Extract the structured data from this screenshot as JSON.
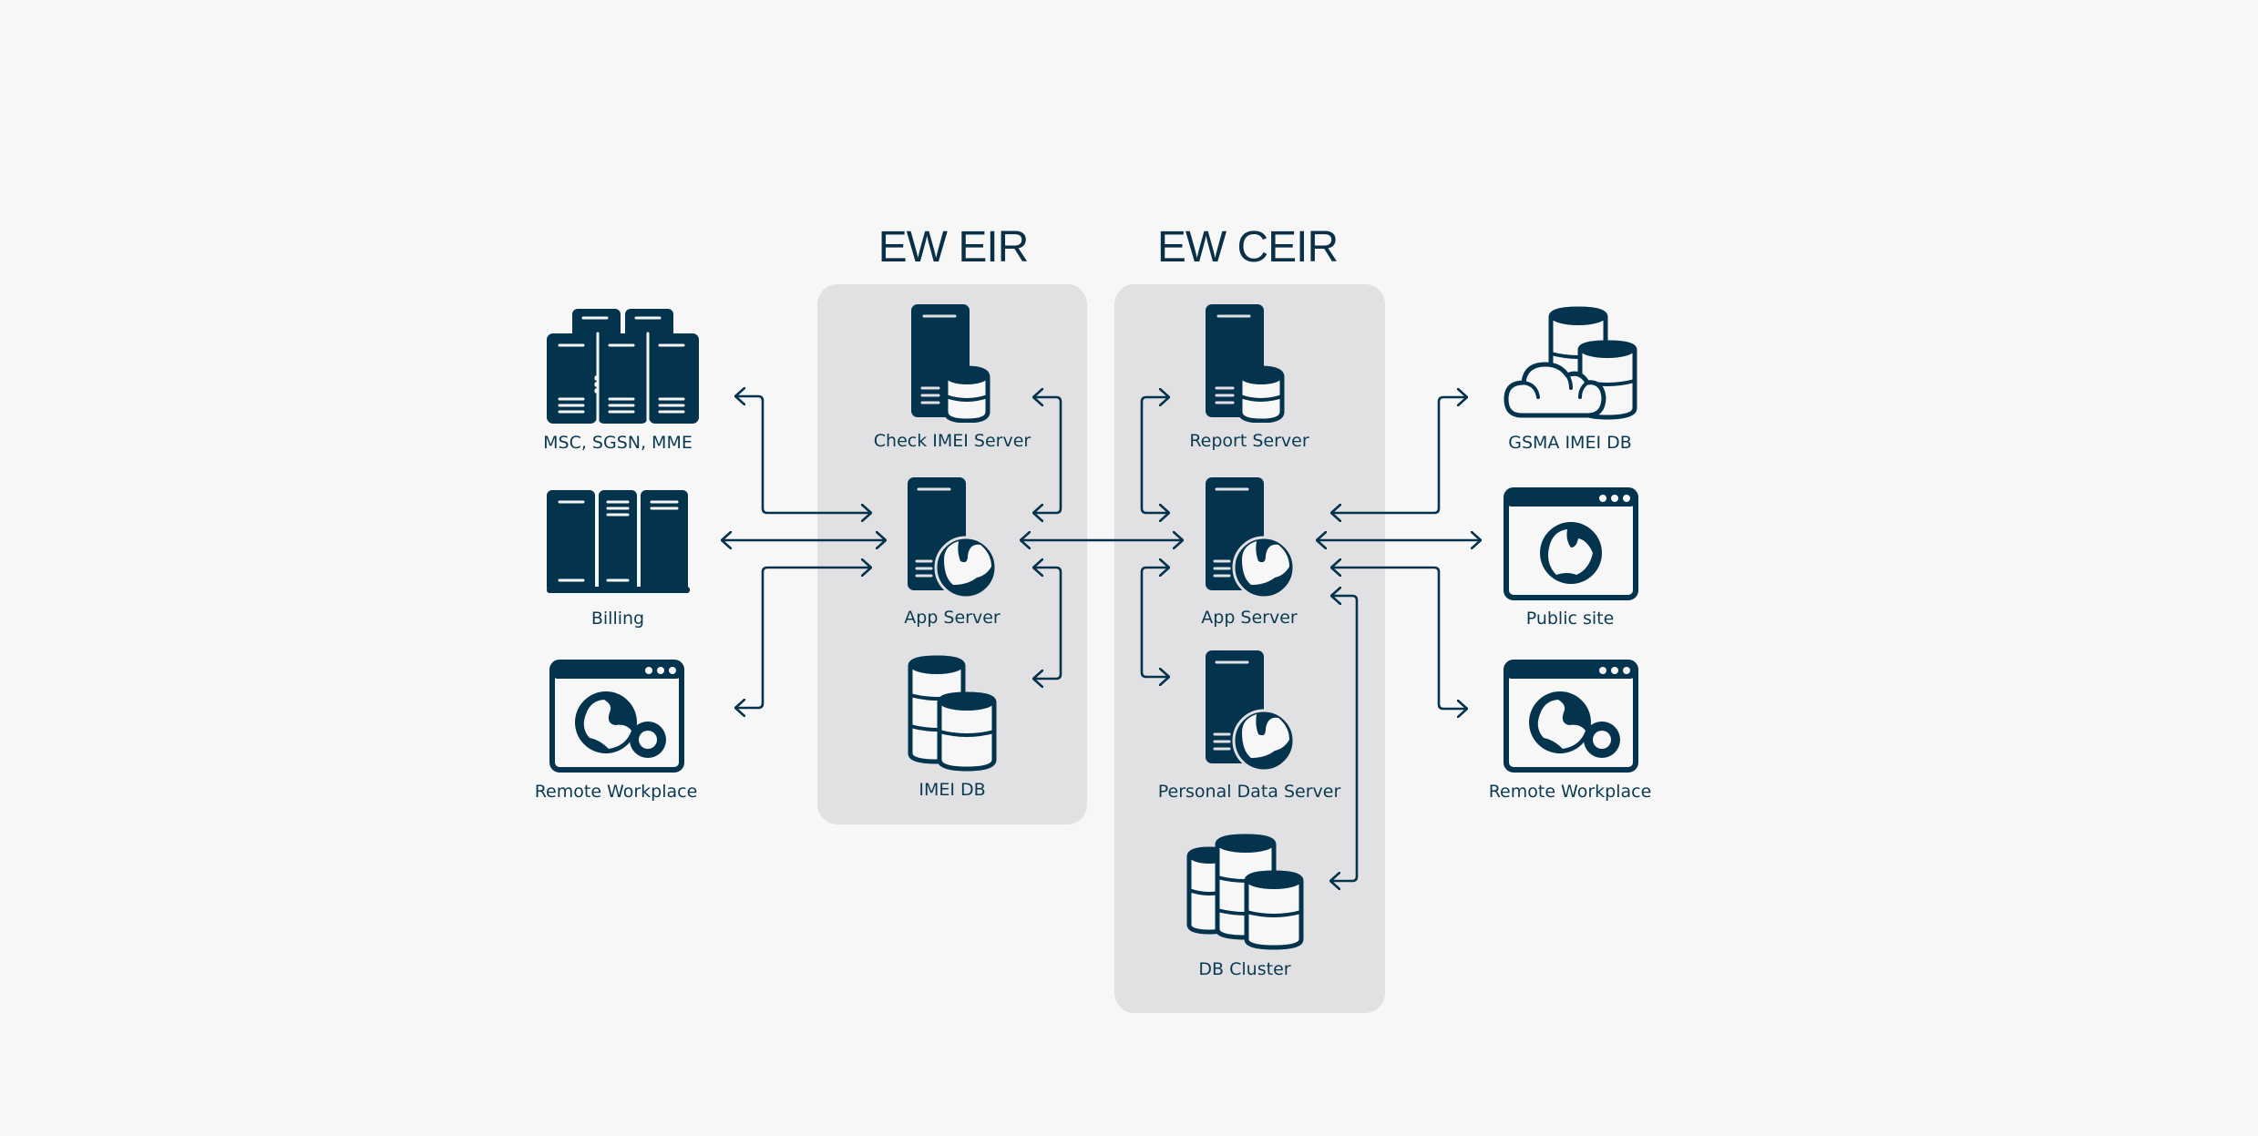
{
  "colors": {
    "background": "#f8f7f8",
    "group_fill": "#e1e1e3",
    "ink": "#04334d"
  },
  "groups": {
    "eir": {
      "title": "EW EIR"
    },
    "ceir": {
      "title": "EW CEIR"
    }
  },
  "nodes": {
    "msc": {
      "label": "MSC, SGSN, MME",
      "icon": "server-cluster-icon"
    },
    "billing": {
      "label": "Billing",
      "icon": "server-rack-icon"
    },
    "remote_left": {
      "label": "Remote Workplace",
      "icon": "browser-globe-gear-icon"
    },
    "check_imei": {
      "label": "Check IMEI Server",
      "icon": "server-database-icon"
    },
    "eir_app": {
      "label": "App Server",
      "icon": "server-globe-icon"
    },
    "imei_db": {
      "label": "IMEI DB",
      "icon": "database-stack-icon"
    },
    "report": {
      "label": "Report Server",
      "icon": "server-database-icon"
    },
    "ceir_app": {
      "label": "App Server",
      "icon": "server-globe-icon"
    },
    "personal": {
      "label": "Personal Data Server",
      "icon": "server-globe-icon"
    },
    "db_cluster": {
      "label": "DB Cluster",
      "icon": "database-cluster-icon"
    },
    "gsma": {
      "label": "GSMA IMEI DB",
      "icon": "cloud-database-icon"
    },
    "public_site": {
      "label": "Public site",
      "icon": "browser-globe-icon"
    },
    "remote_right": {
      "label": "Remote Workplace",
      "icon": "browser-globe-gear-icon"
    }
  },
  "links": [
    {
      "from": "eir_app",
      "to": "msc",
      "direction": "bidirectional"
    },
    {
      "from": "eir_app",
      "to": "billing",
      "direction": "bidirectional"
    },
    {
      "from": "eir_app",
      "to": "remote_left",
      "direction": "bidirectional"
    },
    {
      "from": "eir_app",
      "to": "check_imei",
      "direction": "bidirectional"
    },
    {
      "from": "eir_app",
      "to": "imei_db",
      "direction": "bidirectional"
    },
    {
      "from": "eir_app",
      "to": "ceir_app",
      "direction": "bidirectional"
    },
    {
      "from": "ceir_app",
      "to": "report",
      "direction": "bidirectional"
    },
    {
      "from": "ceir_app",
      "to": "personal",
      "direction": "bidirectional"
    },
    {
      "from": "ceir_app",
      "to": "db_cluster",
      "direction": "bidirectional"
    },
    {
      "from": "ceir_app",
      "to": "gsma",
      "direction": "bidirectional"
    },
    {
      "from": "ceir_app",
      "to": "public_site",
      "direction": "bidirectional"
    },
    {
      "from": "ceir_app",
      "to": "remote_right",
      "direction": "bidirectional"
    }
  ]
}
